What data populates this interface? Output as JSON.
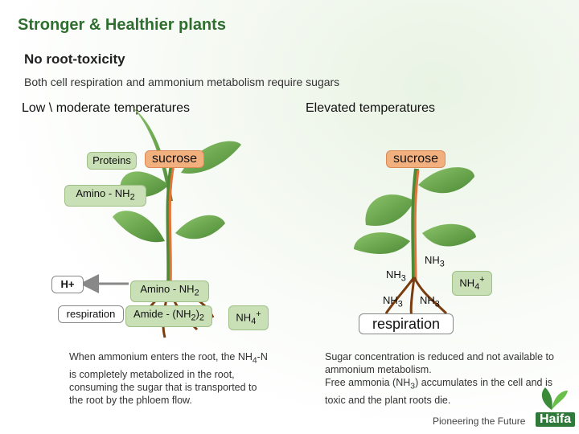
{
  "title": "Stronger & Healthier plants",
  "subtitle": "No root-toxicity",
  "intro": "Both cell respiration and ammonium metabolism require sugars",
  "left": {
    "heading": "Low \\ moderate temperatures",
    "proteins": "Proteins",
    "sucrose": "sucrose",
    "amino_top": "Amino - NH",
    "amino_top_sub": "2",
    "h_plus": "H+",
    "amino_bottom": "Amino - NH",
    "amino_bottom_sub": "2",
    "respiration": "respiration",
    "amide": "Amide - (NH",
    "amide_sub": "2",
    "amide_close": ")",
    "amide_sub2": "2",
    "nh4": "NH",
    "nh4_sub": "4",
    "nh4_sup": "+",
    "body_1": "When ammonium enters the root, the NH",
    "body_sub": "4",
    "body_2": "-N is completely metabolized in the root, consuming the sugar that is transported to the root by the phloem flow."
  },
  "right": {
    "heading": "Elevated temperatures",
    "sucrose": "sucrose",
    "nh3_a": "NH",
    "nh3_a_sub": "3",
    "nh3_b": "NH",
    "nh3_b_sub": "3",
    "nh3_c": "NH",
    "nh3_c_sub": "3",
    "nh3_d": "NH",
    "nh3_d_sub": "3",
    "nh4": "NH",
    "nh4_sub": "4",
    "nh4_sup": "+",
    "respiration": "respiration",
    "body_1": "Sugar concentration is reduced and not available to ammonium metabolism.",
    "body_2": "Free ammonia (NH",
    "body_sub": "3",
    "body_3": ") accumulates in the cell and is toxic and the plant roots die."
  },
  "footer": {
    "tagline": "Pioneering the Future",
    "logo": "Haifa"
  },
  "colors": {
    "title": "#2e6e2e",
    "leaf": "#6aa84f",
    "stem_orange": "#e0743a",
    "root_brown": "#7a3d10",
    "box_green": "#c9dfb6",
    "box_orange": "#f3b07f"
  }
}
